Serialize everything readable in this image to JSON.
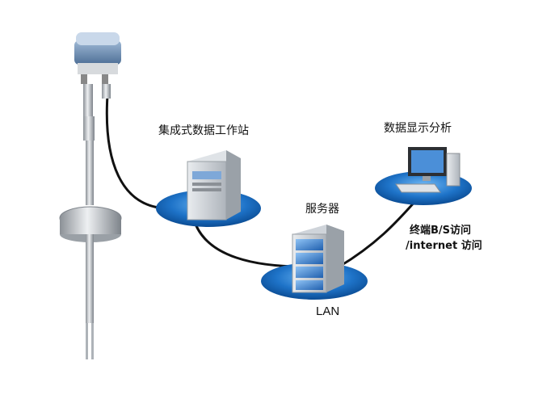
{
  "labels": {
    "workstation": "集成式数据工作站",
    "analysis": "数据显示分析",
    "server": "服务器",
    "access_line1": "终端B/S访问",
    "access_line2": "/internet 访问",
    "lan": "LAN"
  },
  "colors": {
    "disc_blue": "#1e73c8",
    "cable": "#111111",
    "metal": "#c8ccd0",
    "server_blue": "#3a7fd0"
  },
  "icons": [
    "sensor-probe-icon",
    "workstation-tower-icon",
    "server-rack-icon",
    "desktop-computer-icon"
  ]
}
